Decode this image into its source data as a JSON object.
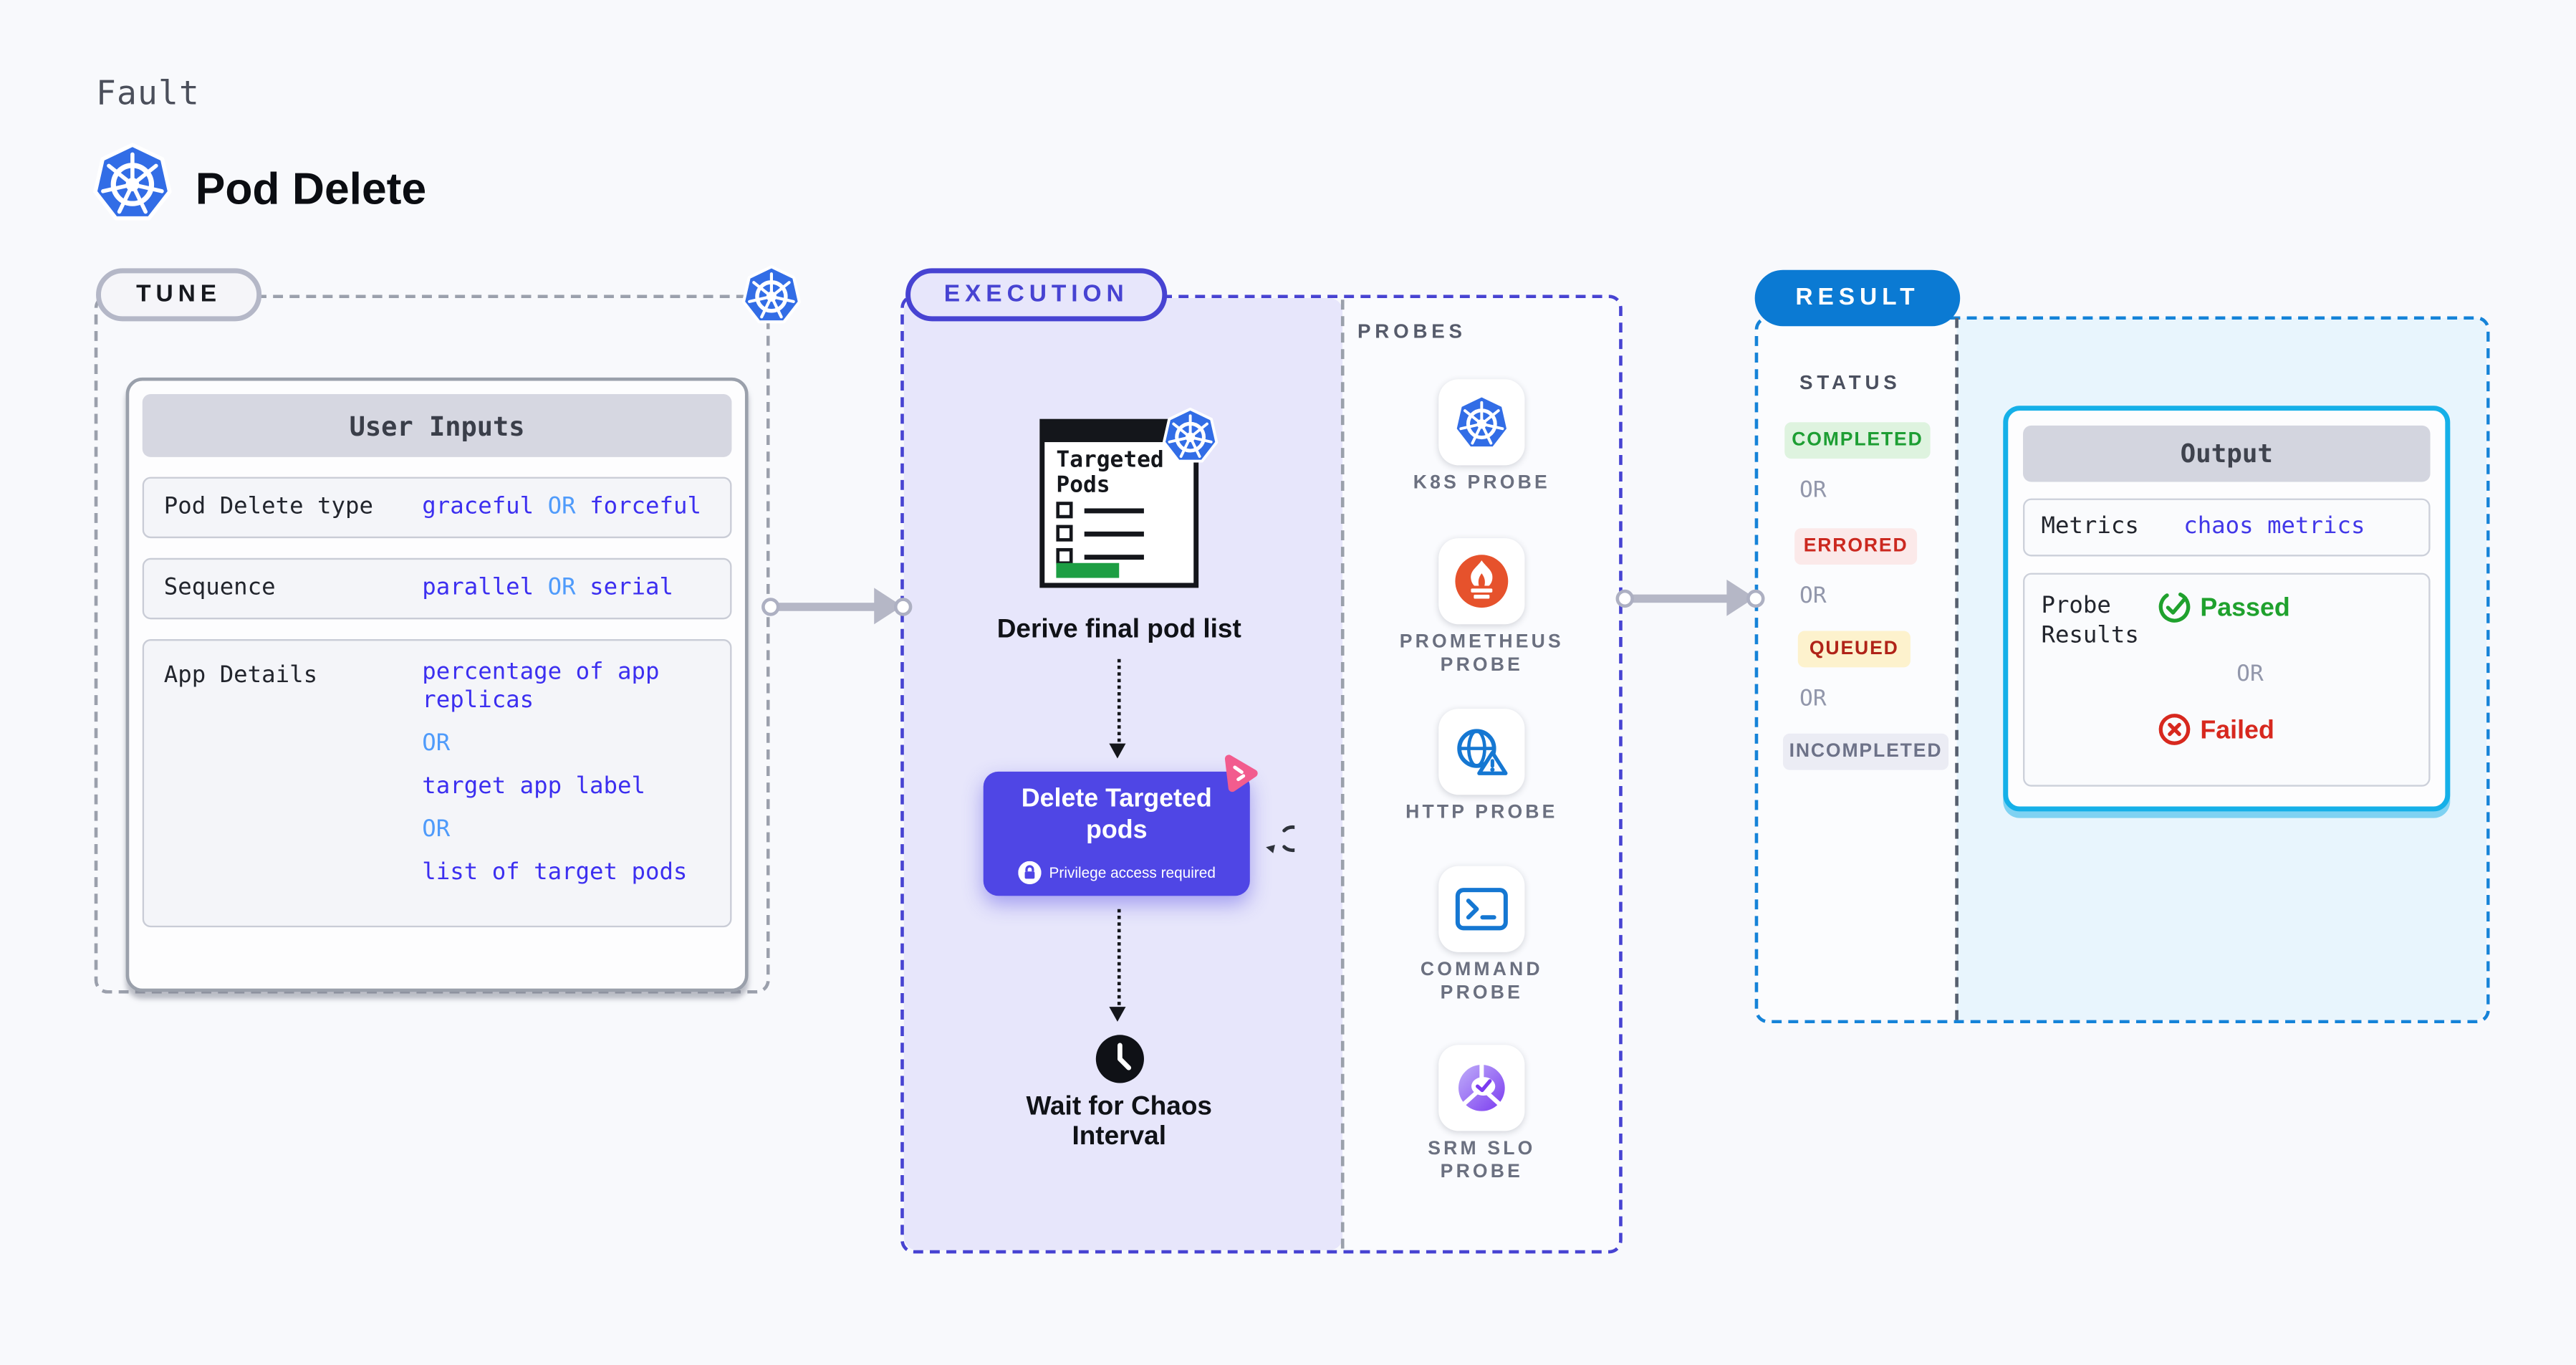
{
  "header": {
    "kicker": "Fault",
    "title": "Pod Delete"
  },
  "common": {
    "or": "OR"
  },
  "tune": {
    "label": "TUNE",
    "card": {
      "title": "User Inputs",
      "rows": [
        {
          "label": "Pod Delete type",
          "options": [
            "graceful",
            "forceful"
          ]
        },
        {
          "label": "Sequence",
          "options": [
            "parallel",
            "serial"
          ]
        },
        {
          "label": "App Details",
          "options": [
            "percentage of app replicas",
            "target app label",
            "list of target pods"
          ]
        }
      ]
    }
  },
  "execution": {
    "label": "EXECUTION",
    "derive": {
      "doc_title": "Targeted Pods",
      "caption": "Derive final pod list"
    },
    "delete": {
      "title": "Delete Targeted pods",
      "privilege_note": "Privilege access required"
    },
    "wait": {
      "caption": "Wait for Chaos Interval"
    },
    "probes": {
      "label": "PROBES",
      "items": [
        {
          "label": "K8S PROBE",
          "icon": "kubernetes-icon"
        },
        {
          "label": "PROMETHEUS PROBE",
          "icon": "prometheus-icon"
        },
        {
          "label": "HTTP PROBE",
          "icon": "globe-alert-icon"
        },
        {
          "label": "COMMAND PROBE",
          "icon": "terminal-icon"
        },
        {
          "label": "SRM SLO PROBE",
          "icon": "slo-gauge-icon"
        }
      ]
    }
  },
  "result": {
    "label": "RESULT",
    "status": {
      "label": "STATUS",
      "badges": [
        {
          "text": "COMPLETED",
          "fg": "#1d9e33",
          "bg": "#def3df"
        },
        {
          "text": "ERRORED",
          "fg": "#cb281f",
          "bg": "#fbe9e9"
        },
        {
          "text": "QUEUED",
          "fg": "#b02318",
          "bg": "#fdf2cd"
        },
        {
          "text": "INCOMPLETED",
          "fg": "#6d7288",
          "bg": "#ebecf4"
        }
      ]
    },
    "output": {
      "title": "Output",
      "metrics_label": "Metrics",
      "metrics_value": "chaos metrics",
      "probe_results_label": "Probe Results",
      "passed_label": "Passed",
      "failed_label": "Failed"
    }
  },
  "colors": {
    "background": "#f8f9fc",
    "tune_accent": "#9ba0ac",
    "execution_accent": "#4743d2",
    "execution_fill": "#e7e6fb",
    "result_accent": "#1583d8",
    "result_pill": "#0b7ad3",
    "result_fill": "#e8f5fd",
    "output_border": "#15b0e8",
    "value_blue": "#3c2ff0",
    "or_blue": "#4f9bfb",
    "passed_green": "#1fa12d",
    "failed_red": "#d7281e",
    "delete_button": "#4f46e5",
    "kubernetes_blue": "#326de6",
    "prometheus_orange": "#e6522c",
    "probe_icon_blue": "#1577d2",
    "srm_purple": "#7b3bf0",
    "chaos_pink": "#f25c8e"
  }
}
